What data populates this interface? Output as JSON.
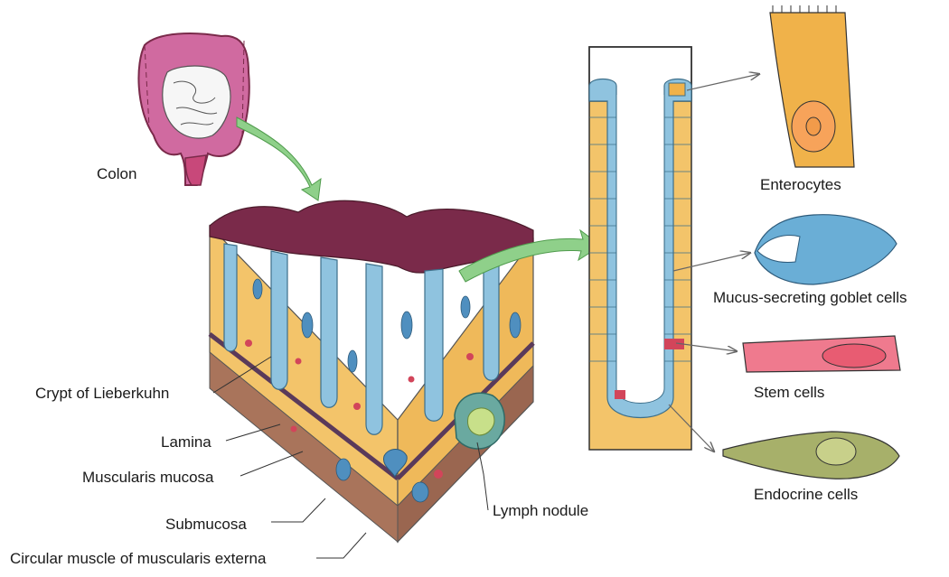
{
  "labels": {
    "colon": "Colon",
    "crypt": "Crypt of Lieberkuhn",
    "lamina": "Lamina",
    "muscularis_mucosa": "Muscularis mucosa",
    "submucosa": "Submucosa",
    "circular_muscle": "Circular muscle of muscularis externa",
    "lymph_nodule": "Lymph nodule",
    "enterocytes": "Enterocytes",
    "goblet_cells": "Mucus-secreting goblet cells",
    "stem_cells": "Stem cells",
    "endocrine_cells": "Endocrine cells"
  },
  "colors": {
    "colon": "#c8487a",
    "mucosa_surface": "#7a2a4a",
    "tissue": "#f3c46a",
    "epithelium_blue": "#8fc3df",
    "arrow_green": "#8fd08a",
    "submucosa_brown": "#a9745b",
    "enterocyte": "#f0b24a",
    "goblet": "#6aaed6",
    "stem": "#ef7a8e",
    "endocrine": "#a7b06a"
  }
}
